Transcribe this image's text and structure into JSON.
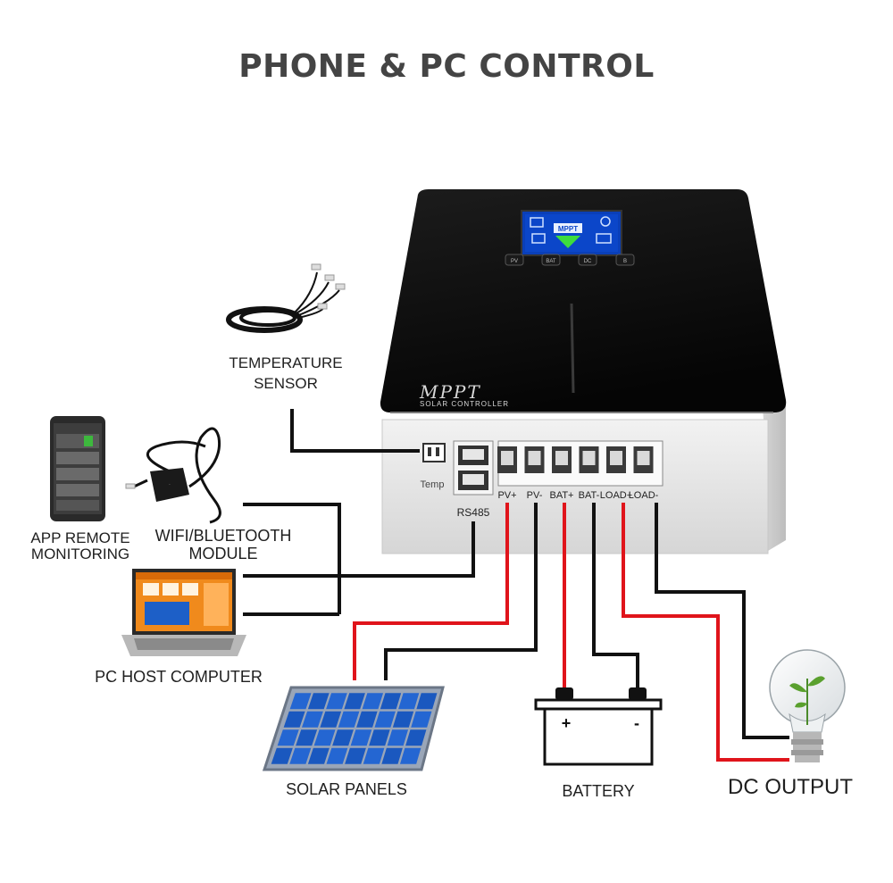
{
  "header": {
    "title": "PHONE & PC CONTROL"
  },
  "controller": {
    "brand": "MPPT",
    "subtitle": "SOLAR CONTROLLER",
    "buttons": [
      "PV",
      "BAT",
      "DC",
      "B"
    ],
    "lcd_mode": "MPPT",
    "temp_port": "Temp",
    "rs485_port": "RS485",
    "terminals": [
      "PV+",
      "PV-",
      "BAT+",
      "BAT-",
      "LOAD+",
      "LOAD-"
    ]
  },
  "components": {
    "temperature_sensor": [
      "TEMPERATURE",
      "SENSOR"
    ],
    "app_remote": [
      "APP REMOTE",
      "MONITORING"
    ],
    "wifi_module": [
      "WIFI/BLUETOOTH",
      "MODULE"
    ],
    "pc_host": "PC HOST COMPUTER",
    "solar_panels": "SOLAR PANELS",
    "battery": "BATTERY",
    "battery_plus": "+",
    "battery_minus": "-",
    "dc_output": "DC OUTPUT"
  },
  "colors": {
    "positive_wire": "#e0141b",
    "negative_wire": "#111111",
    "panel_blue": "#1d5fc7",
    "controller_black": "#0b0b0b"
  }
}
